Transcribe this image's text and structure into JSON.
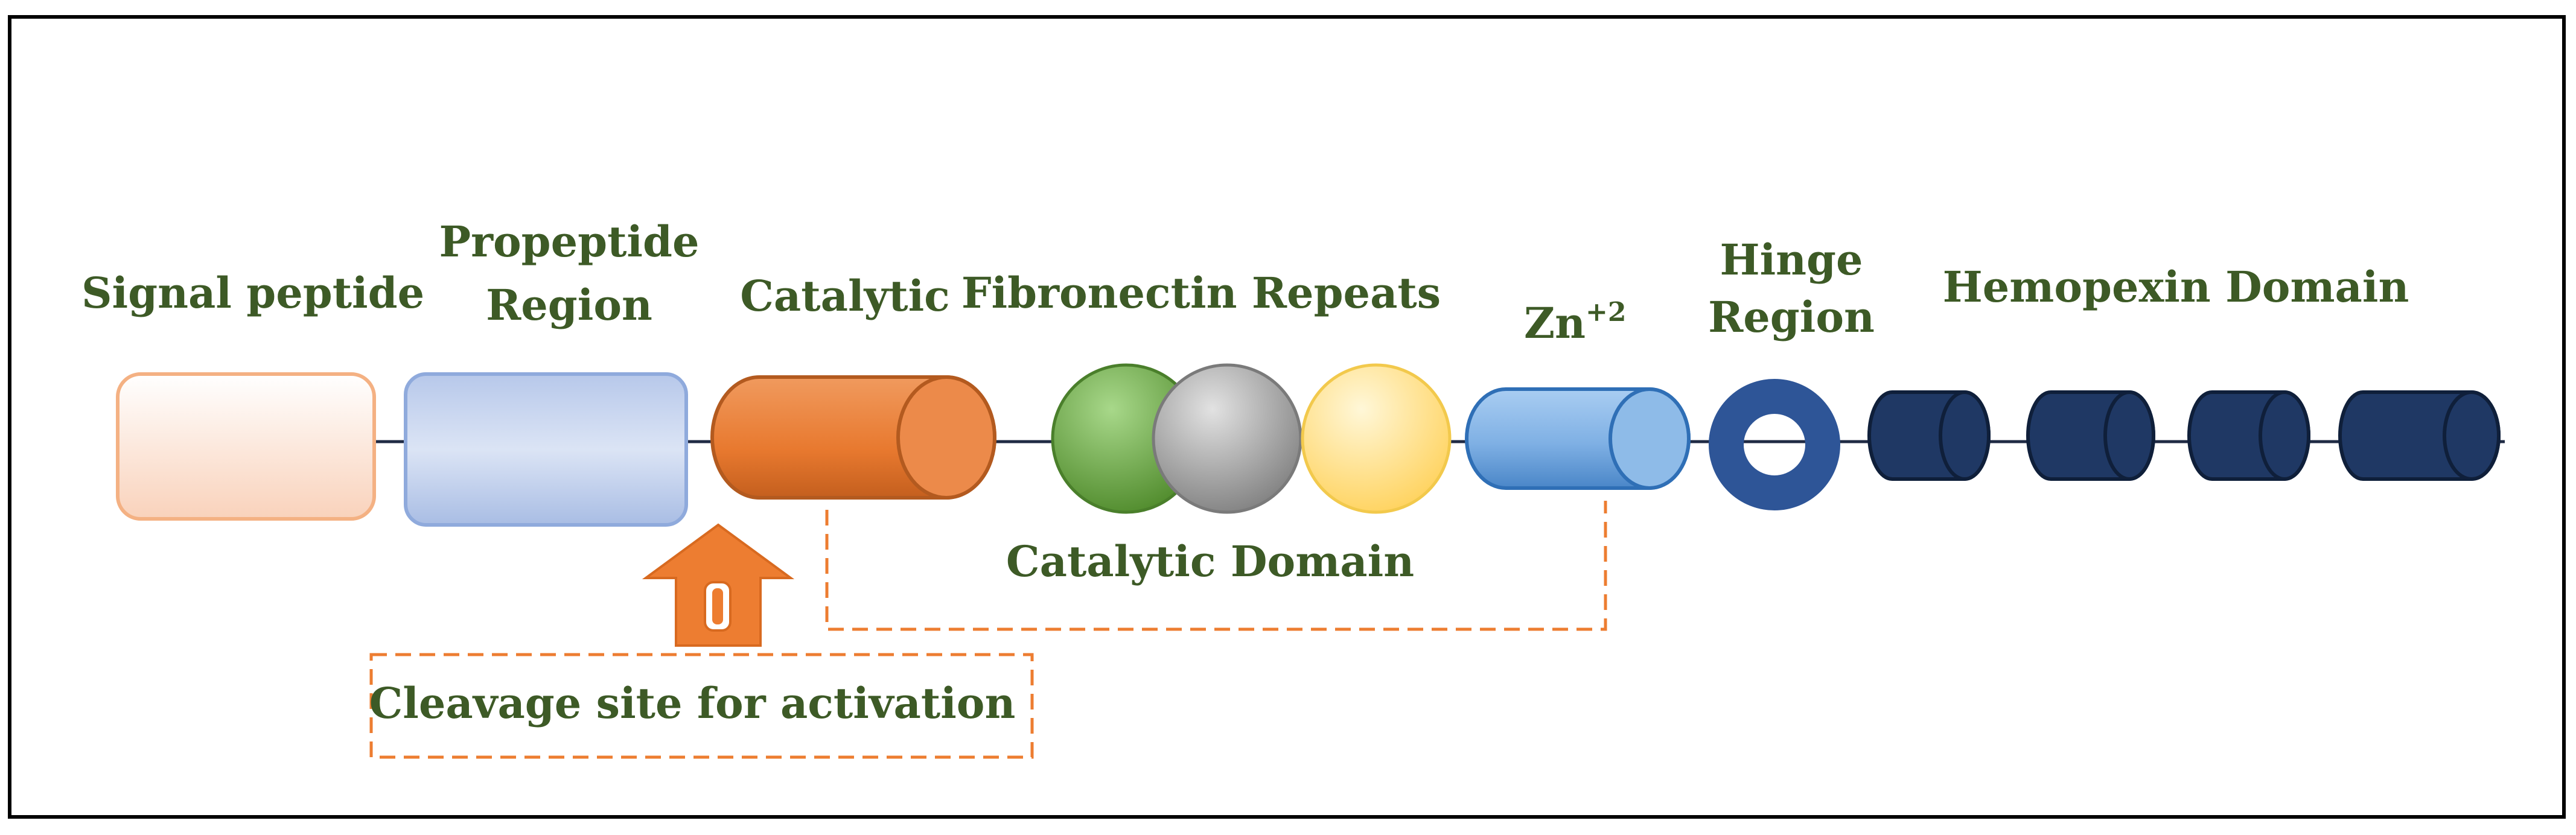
{
  "labels": {
    "signal_peptide": "Signal peptide",
    "propeptide_line1": "Propeptide",
    "propeptide_line2": "Region",
    "catalytic": "Catalytic",
    "fibronectin": "Fibronectin Repeats",
    "zinc_base": "Zn",
    "zinc_sup": "+2",
    "hinge_line1": "Hinge",
    "hinge_line2": "Region",
    "hemopexin": "Hemopexin Domain",
    "catalytic_domain": "Catalytic Domain",
    "cleavage_site": "Cleavage site for activation"
  },
  "colors": {
    "label_text": "#3d5a26",
    "border": "#000000",
    "backbone": "#1f2a44",
    "signal_fill": "#fce9de",
    "signal_stroke": "#f4b183",
    "propeptide_fill": "#c9d6ee",
    "propeptide_stroke": "#8faadc",
    "catalytic_fill": "#e87d38",
    "fibronectin_green": "#70ad47",
    "fibronectin_gray": "#a5a5a5",
    "fibronectin_yellow": "#ffe08a",
    "zinc_fill": "#8fb9e6",
    "hinge_ring": "#2e5597",
    "hemopexin_fill": "#1f3864",
    "arrow_fill": "#ed7d31",
    "dash_stroke": "#ed7d31"
  }
}
